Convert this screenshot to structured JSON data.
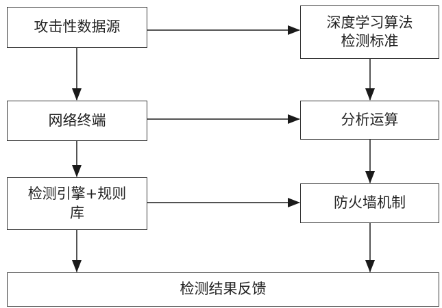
{
  "diagram": {
    "nodes": {
      "attack_source": "攻击性数据源",
      "network_terminal": "网络终端",
      "detection_engine": "检测引擎+规则\n库",
      "dl_standard": "深度学习算法\n检测标准",
      "analysis": "分析运算",
      "firewall": "防火墙机制",
      "result": "检测结果反馈"
    },
    "edges": [
      {
        "from": "attack_source",
        "to": "dl_standard"
      },
      {
        "from": "attack_source",
        "to": "network_terminal"
      },
      {
        "from": "dl_standard",
        "to": "analysis"
      },
      {
        "from": "network_terminal",
        "to": "analysis"
      },
      {
        "from": "network_terminal",
        "to": "detection_engine"
      },
      {
        "from": "analysis",
        "to": "firewall"
      },
      {
        "from": "detection_engine",
        "to": "firewall"
      },
      {
        "from": "detection_engine",
        "to": "result"
      },
      {
        "from": "firewall",
        "to": "result"
      }
    ]
  }
}
